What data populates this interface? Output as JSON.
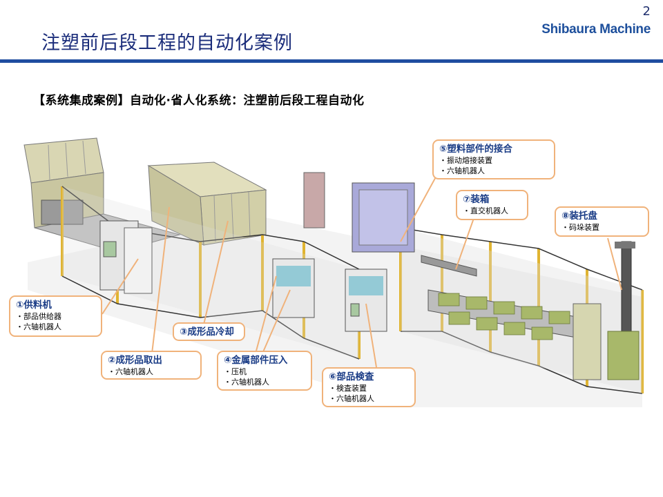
{
  "slide": {
    "page_number": "2",
    "brand": "Shibaura Machine",
    "title": "注塑前后段工程的自动化案例",
    "subtitle": "【系统集成案例】自动化·省人化系统：注塑前后段工程自动化"
  },
  "callouts": [
    {
      "title": "①供料机",
      "items": [
        "部品供给器",
        "六轴机器人"
      ]
    },
    {
      "title": "②成形品取出",
      "items": [
        "六轴机器人"
      ]
    },
    {
      "title": "③成形品冷却",
      "items": []
    },
    {
      "title": "④金属部件压入",
      "items": [
        "压机",
        "六轴机器人"
      ]
    },
    {
      "title": "⑤塑料部件的接合",
      "items": [
        "振动熔接装置",
        "六轴机器人"
      ]
    },
    {
      "title": "⑥部品検査",
      "items": [
        "検査装置",
        "六轴机器人"
      ]
    },
    {
      "title": "⑦装箱",
      "items": [
        "直交机器人"
      ]
    },
    {
      "title": "⑧装托盘",
      "items": [
        "码垛装置"
      ]
    }
  ],
  "colors": {
    "title_blue": "#1a2c7a",
    "rule_blue": "#1f4da0",
    "callout_border": "#f0b27a",
    "frame_yellow": "#e0b431",
    "machine_khaki": "#d9d6b3"
  }
}
